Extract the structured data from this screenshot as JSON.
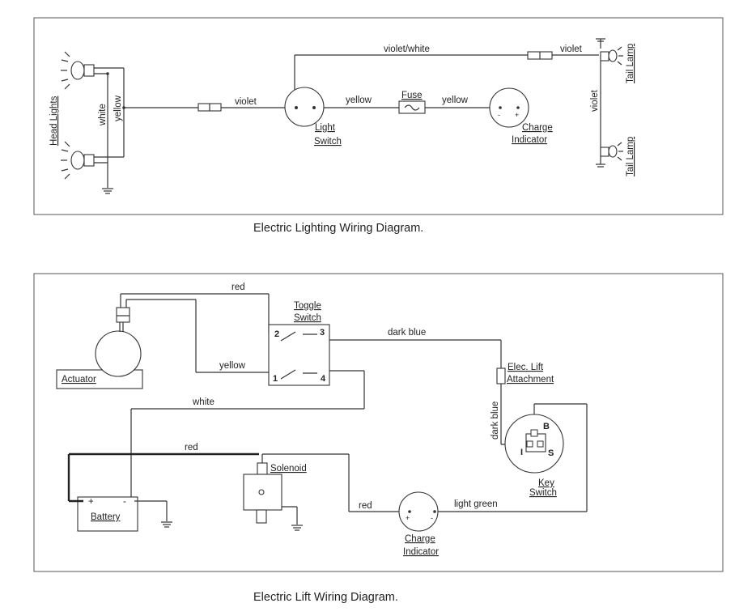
{
  "lighting": {
    "caption": "Electric Lighting Wiring Diagram.",
    "labels": {
      "head_lights": "Head Lights",
      "white": "white",
      "yellow_left": "yellow",
      "violet_main": "violet",
      "violet_white": "violet/white",
      "light_switch_1": "Light",
      "light_switch_2": "Switch",
      "yellow_mid": "yellow",
      "fuse": "Fuse",
      "yellow_right": "yellow",
      "charge_1": "Charge",
      "charge_2": "Indicator",
      "violet_top": "violet",
      "violet_vert": "violet",
      "tail_lamp_top": "Tail Lamp",
      "tail_lamp_bottom": "Tail Lamp",
      "minus": "-",
      "plus": "+"
    }
  },
  "lift": {
    "caption": "Electric Lift Wiring Diagram.",
    "labels": {
      "red_top": "red",
      "toggle_1": "Toggle",
      "toggle_2": "Switch",
      "actuator": "Actuator",
      "yellow": "yellow",
      "dark_blue_top": "dark blue",
      "elec_1": "Elec. Lift",
      "elec_2": "Attachment",
      "white": "white",
      "dark_blue_vert": "dark blue",
      "red_mid": "red",
      "solenoid": "Solenoid",
      "battery": "Battery",
      "red_low": "red",
      "light_green": "light green",
      "key_1": "Key",
      "key_2": "Switch",
      "charge_1": "Charge",
      "charge_2": "Indicator",
      "term_b": "B",
      "term_i": "I",
      "term_s": "S",
      "t1": "1",
      "t2": "2",
      "t3": "3",
      "t4": "4",
      "plus": "+",
      "minus": "-",
      "cplus": "+",
      "cminus": "-"
    }
  }
}
